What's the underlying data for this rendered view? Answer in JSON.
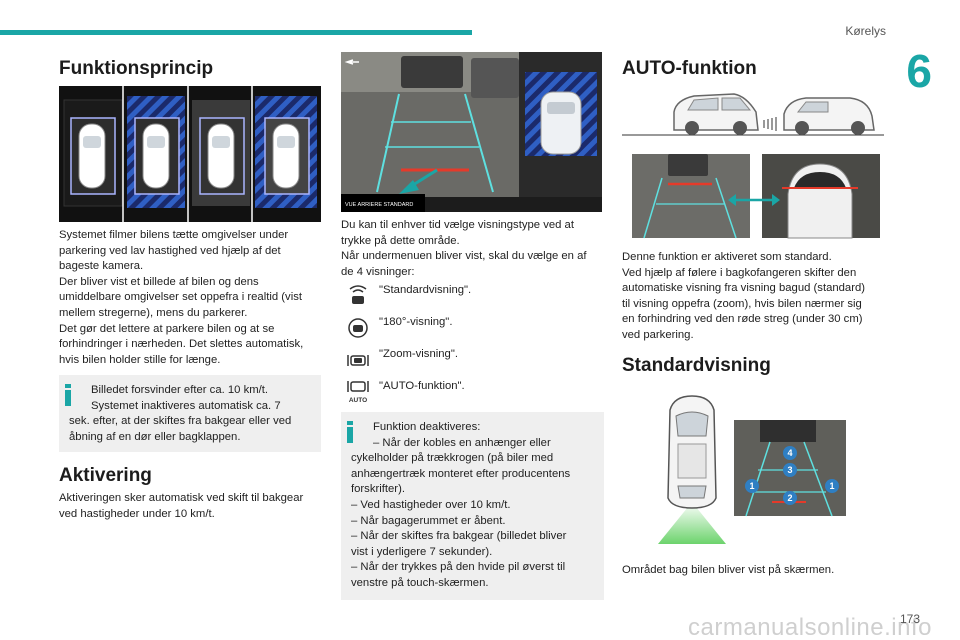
{
  "header": {
    "chapter_title": "Kørelys",
    "chapter_number": "6",
    "page_number": "173",
    "watermark": "carmanualsonline.info"
  },
  "col1": {
    "heading": "Funktionsprincip",
    "paragraphs": [
      "Systemet filmer bilens tætte omgivelser under",
      "parkering ved lav hastighed ved hjælp af det",
      "bageste kamera.",
      "Der bliver vist et billede af bilen og dens",
      "umiddelbare omgivelser set oppefra i realtid (vist",
      "mellem stregerne), mens du parkerer.",
      "Det gør det lettere at parkere bilen og at se",
      "forhindringer i nærheden. Det slettes automatisk,",
      "hvis bilen holder stille for længe."
    ],
    "note_lines": [
      "Billedet forsvinder efter ca. 10 km/t.",
      "Systemet inaktiveres automatisk ca. 7",
      "sek. efter, at der skiftes fra bakgear eller ved",
      "åbning af en dør eller bagklappen."
    ],
    "heading2": "Aktivering",
    "activation_lines": [
      "Aktiveringen sker automatisk ved skift til bakgear",
      "ved hastigheder under 10 km/t."
    ]
  },
  "col2": {
    "screen_label": "VUE ARRIERE STANDARD",
    "intro_lines": [
      "Du kan til enhver tid vælge visningstype ved at",
      "trykke på dette område.",
      "Når undermenuen bliver vist, skal du vælge en af",
      "de 4 visninger:"
    ],
    "options": [
      {
        "label": "\"Standardvisning\".",
        "icon": "standard-view-icon"
      },
      {
        "label": "\"180°-visning\".",
        "icon": "180-view-icon"
      },
      {
        "label": "\"Zoom-visning\".",
        "icon": "zoom-view-icon"
      },
      {
        "label": "\"AUTO-funktion\".",
        "icon": "auto-view-icon",
        "icon_text": "AUTO"
      }
    ],
    "note_lines": [
      "Funktion deaktiveres:",
      "–  Når der kobles en anhænger eller",
      "cykelholder på trækkrogen (på biler med",
      "anhængertræk monteret efter producentens",
      "forskrifter).",
      "–  Ved hastigheder over 10 km/t.",
      "–  Når bagagerummet er åbent.",
      "–  Når der skiftes fra bakgear (billedet bliver",
      "vist i yderligere 7 sekunder).",
      "–  Når der trykkes på den hvide pil øverst til",
      "venstre på touch-skærmen."
    ]
  },
  "col3": {
    "heading": "AUTO-funktion",
    "auto_lines": [
      "Denne funktion er aktiveret som standard.",
      "Ved hjælp af følere i bagkofangeren skifter den",
      "automatiske visning fra visning bagud (standard)",
      "til visning oppefra (zoom), hvis bilen nærmer sig",
      "en forhindring ved den røde streg (under 30 cm)",
      "ved parkering."
    ],
    "heading2": "Standardvisning",
    "markers": [
      "4",
      "3",
      "1",
      "2",
      "1"
    ],
    "standard_line": "Området bag bilen bliver vist på skærmen."
  },
  "colors": {
    "accent": "#1aa6a6",
    "note_bg": "#efefef",
    "marker_blue": "#2f7fc3",
    "warning_red": "#e53a2a"
  }
}
